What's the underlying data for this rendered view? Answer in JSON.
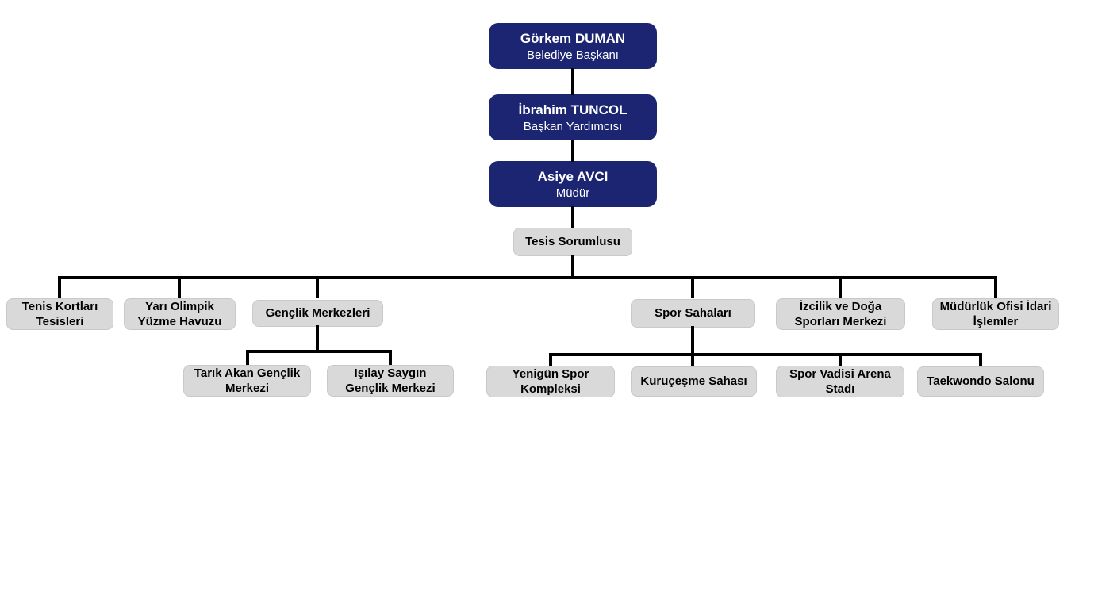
{
  "org_chart": {
    "colors": {
      "executive_box": "#1B2571",
      "executive_text": "#FFFFFF",
      "unit_box": "#D9D9D9",
      "unit_text": "#000000",
      "connector": "#000000",
      "background": "#FFFFFF"
    },
    "executives": [
      {
        "name": "Görkem DUMAN",
        "title": "Belediye Başkanı"
      },
      {
        "name": "İbrahim TUNCOL",
        "title": "Başkan Yardımcısı"
      },
      {
        "name": "Asiye AVCI",
        "title": "Müdür"
      }
    ],
    "coordinator": {
      "label": "Tesis Sorumlusu"
    },
    "units": [
      {
        "label": "Tenis Kortları Tesisleri"
      },
      {
        "label": "Yarı Olimpik Yüzme Havuzu"
      },
      {
        "label": "Gençlik Merkezleri",
        "children": [
          {
            "label": "Tarık Akan Gençlik Merkezi"
          },
          {
            "label": "Işılay Saygın Gençlik Merkezi"
          }
        ]
      },
      {
        "label": "Spor Sahaları",
        "children": [
          {
            "label": "Yenigün Spor Kompleksi"
          },
          {
            "label": "Kuruçeşme Sahası"
          },
          {
            "label": "Spor Vadisi Arena Stadı"
          },
          {
            "label": "Taekwondo Salonu"
          }
        ]
      },
      {
        "label": "İzcilik ve Doğa Sporları Merkezi"
      },
      {
        "label": "Müdürlük Ofisi İdari İşlemler"
      }
    ]
  }
}
